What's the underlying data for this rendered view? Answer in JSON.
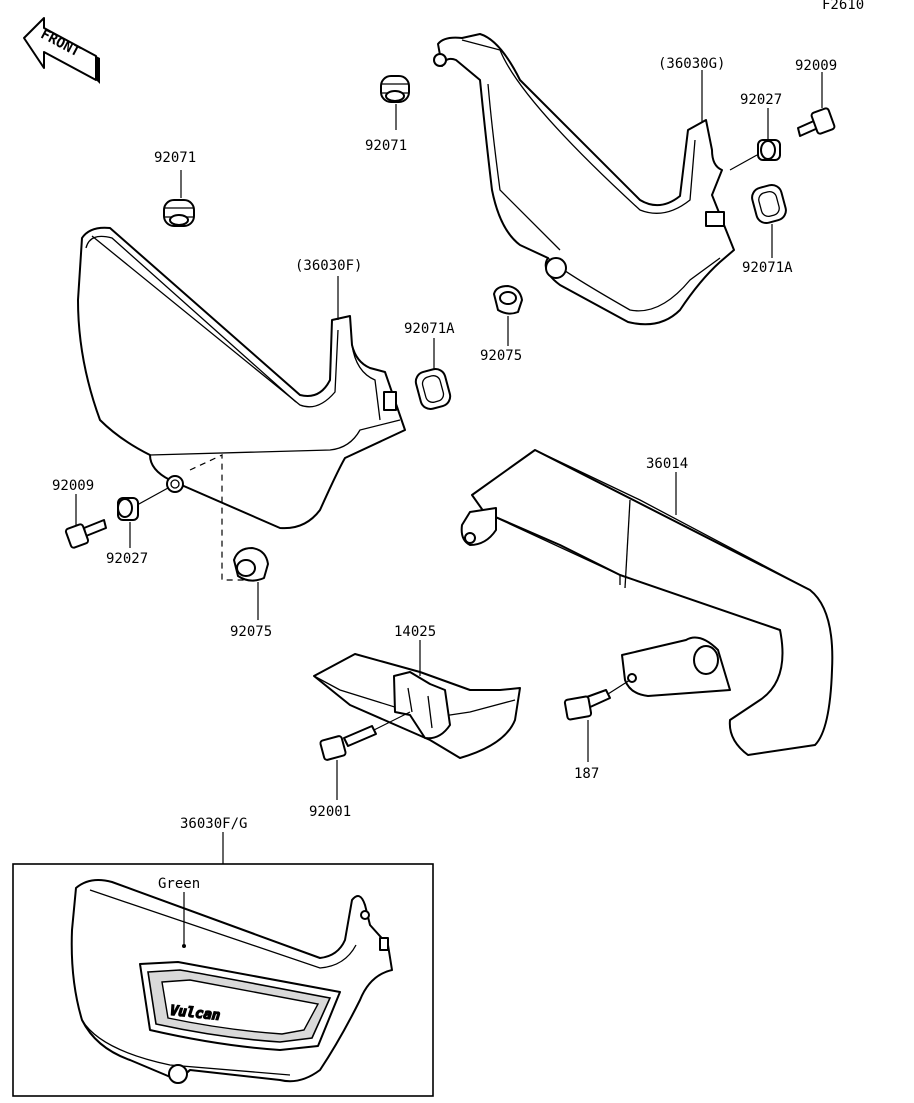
{
  "figure_code": "F2610",
  "front_arrow": {
    "label": "FRONT",
    "icon": "front-arrow-icon"
  },
  "callouts": {
    "p92071_top": "92071",
    "p92071_left": "92071",
    "p36030G": "(36030G)",
    "p92009_right": "92009",
    "p92027_right": "92027",
    "p92071A_right": "92071A",
    "p36030F": "(36030F)",
    "p92071A_center": "92071A",
    "p92075_center": "92075",
    "p92009_left": "92009",
    "p92027_left": "92027",
    "p92075_left": "92075",
    "p36014": "36014",
    "p14025": "14025",
    "p187": "187",
    "p92001": "92001",
    "p36030FG": "36030F/G"
  },
  "inset": {
    "color_label": "Green",
    "logo_text": "Vulcan"
  }
}
